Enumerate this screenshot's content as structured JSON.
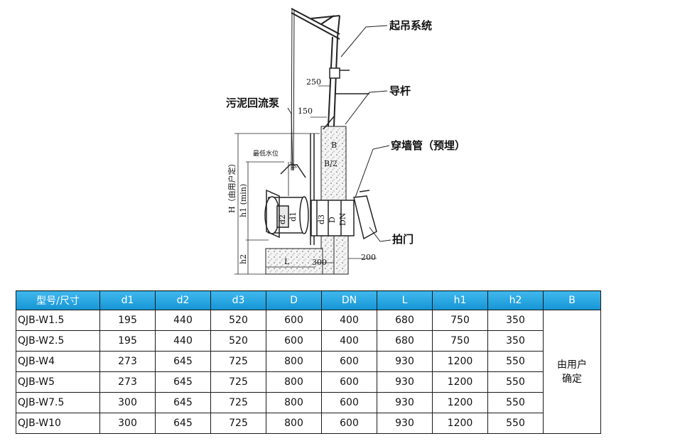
{
  "diagram": {
    "labels": {
      "lifting_system": "起吊系统",
      "guide_rod": "导杆",
      "sludge_pump": "污泥回流泵",
      "wall_pipe": "穿墙管（预埋）",
      "flap_gate": "拍门",
      "min_water_level": "最低水位",
      "height_H": "H（由用户定）",
      "h1": "h1 (min)",
      "h2": "h2",
      "d1": "d1",
      "d2": "d2",
      "d3": "d3",
      "D": "D",
      "DN": "DN",
      "L": "L",
      "B": "B",
      "B_half": "B/2",
      "dim_250": "250",
      "dim_150": "150",
      "dim_300": "300",
      "dim_200": "200"
    }
  },
  "table": {
    "headers": [
      "型号/尺寸",
      "d1",
      "d2",
      "d3",
      "D",
      "DN",
      "L",
      "h1",
      "h2",
      "B"
    ],
    "rows": [
      [
        "QJB-W1.5",
        "195",
        "440",
        "520",
        "600",
        "400",
        "680",
        "750",
        "350"
      ],
      [
        "QJB-W2.5",
        "195",
        "440",
        "520",
        "600",
        "400",
        "680",
        "750",
        "350"
      ],
      [
        "QJB-W4",
        "273",
        "645",
        "725",
        "800",
        "600",
        "930",
        "1200",
        "550"
      ],
      [
        "QJB-W5",
        "273",
        "645",
        "725",
        "800",
        "600",
        "930",
        "1200",
        "550"
      ],
      [
        "QJB-W7.5",
        "300",
        "645",
        "725",
        "800",
        "600",
        "930",
        "1200",
        "550"
      ],
      [
        "QJB-W10",
        "300",
        "645",
        "725",
        "800",
        "600",
        "930",
        "1200",
        "550"
      ]
    ],
    "b_line1": "由用户",
    "b_line2": "确定"
  },
  "colors": {
    "header_bg": "#1594d4",
    "header_text": "#ffffff",
    "border": "#1a1a1a"
  }
}
